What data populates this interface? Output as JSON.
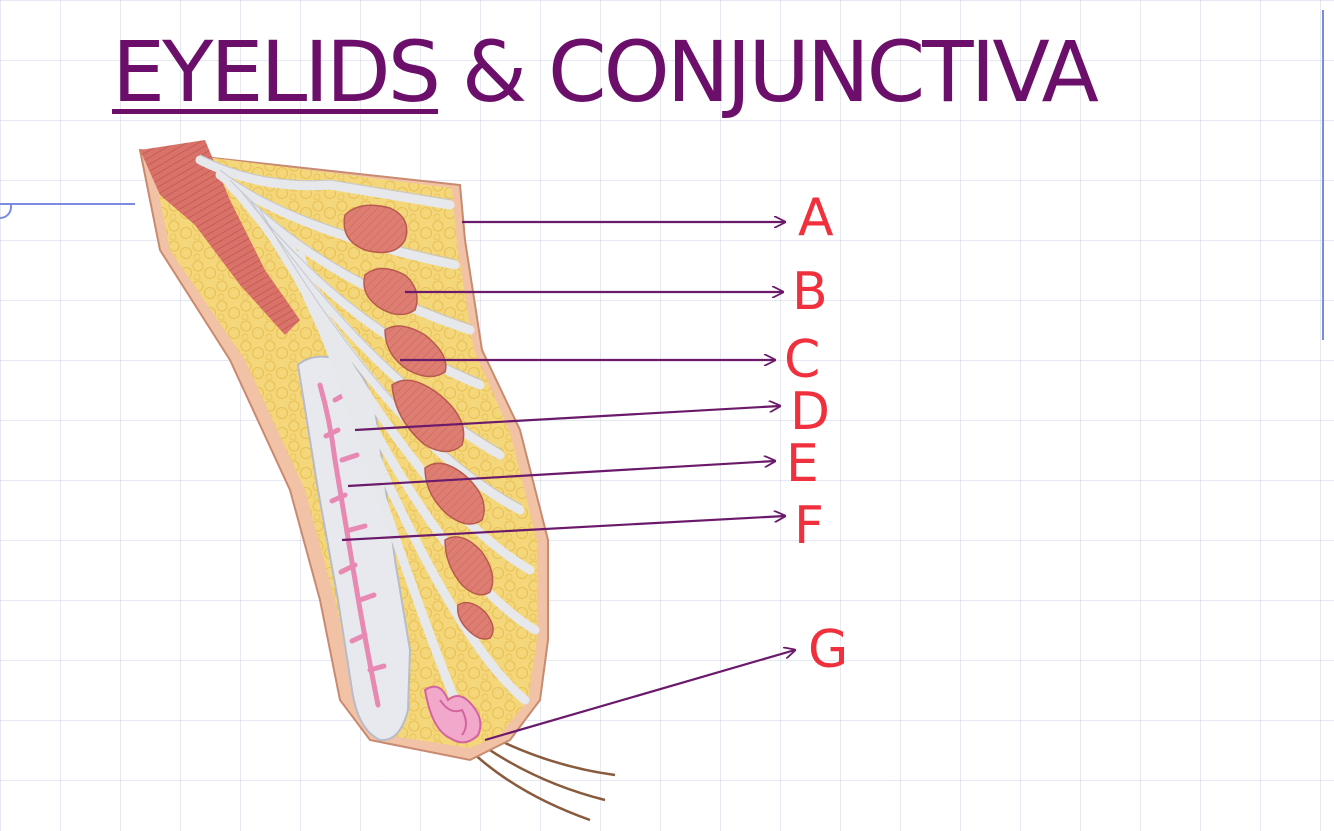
{
  "title": {
    "underlined_part": "EYELIDS",
    "rest": " & CONJUNCTIVA"
  },
  "colors": {
    "title": "#6b0f6b",
    "pointer_lines": "#6b1a6b",
    "labels": "#f0303c",
    "fat": "#f4d77a",
    "muscle": "#d9736a",
    "tendon": "#e6e8ec",
    "gland_pink": "#e889b4",
    "skin": "#f2c2a6"
  },
  "labels": [
    {
      "id": "A",
      "text": "A"
    },
    {
      "id": "B",
      "text": "B"
    },
    {
      "id": "C",
      "text": "C"
    },
    {
      "id": "D",
      "text": "D"
    },
    {
      "id": "E",
      "text": "E"
    },
    {
      "id": "F",
      "text": "F"
    },
    {
      "id": "G",
      "text": "G"
    }
  ]
}
